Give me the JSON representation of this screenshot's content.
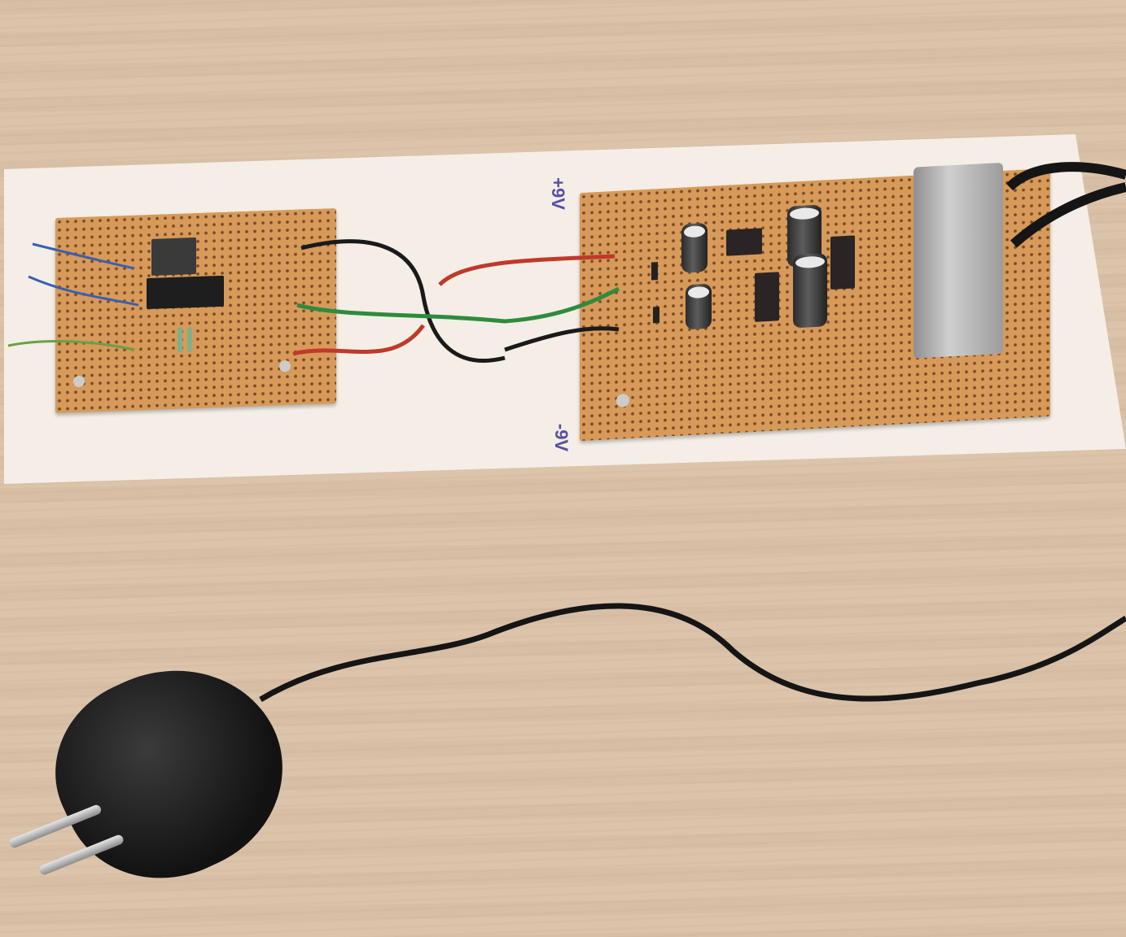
{
  "scene": {
    "description": "Photograph of a homemade electronics project on a white board placed on a wooden table, with a power cable and plug in the foreground.",
    "board_labels": {
      "positive_rail": "+9V",
      "negative_rail": "-9V"
    },
    "objects": [
      {
        "name": "left-perfboard",
        "description": "Small perfboard with IC, relay, resistors and input wires"
      },
      {
        "name": "right-perfboard",
        "description": "Power supply perfboard with transformer, electrolytic capacitors, voltage regulators and diodes"
      },
      {
        "name": "connecting-wires",
        "description": "Red, green and black wires between the two boards"
      },
      {
        "name": "power-cable",
        "description": "Black mains cable with two-pin plug"
      }
    ],
    "colors": {
      "table": "#dcc4ab",
      "mounting_board": "#f4eee6",
      "perfboard": "#d79a5a",
      "label_ink": "#5a4fa0",
      "wire_red": "#c0392b",
      "wire_green": "#2e8b3e",
      "wire_black": "#1a1a1a"
    }
  }
}
